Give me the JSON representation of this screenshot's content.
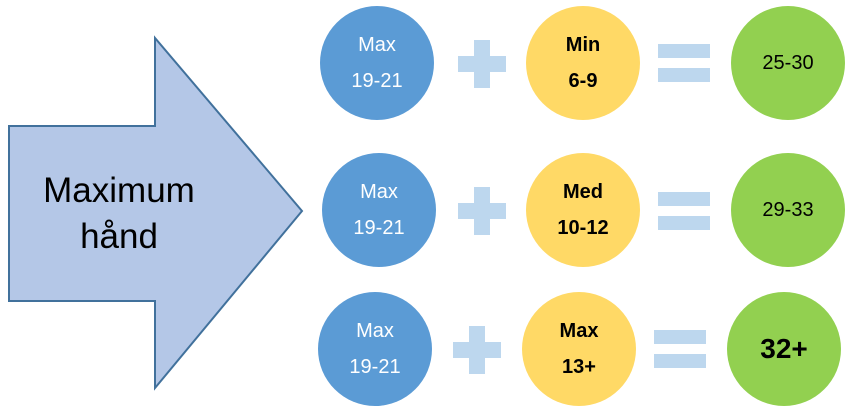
{
  "colors": {
    "arrow_fill": "#b4c7e7",
    "arrow_stroke": "#41719c",
    "blue": "#5b9bd5",
    "yellow": "#ffd966",
    "green": "#92d050",
    "operator": "#bdd7ee"
  },
  "arrow": {
    "line1": "Maximum",
    "line2": "hånd"
  },
  "rows": [
    {
      "left": {
        "title": "Max",
        "range": "19-21"
      },
      "middle": {
        "title": "Min",
        "range": "6-9"
      },
      "result": "25-30"
    },
    {
      "left": {
        "title": "Max",
        "range": "19-21"
      },
      "middle": {
        "title": "Med",
        "range": "10-12"
      },
      "result": "29-33"
    },
    {
      "left": {
        "title": "Max",
        "range": "19-21"
      },
      "middle": {
        "title": "Max",
        "range": "13+"
      },
      "result": "32+"
    }
  ]
}
